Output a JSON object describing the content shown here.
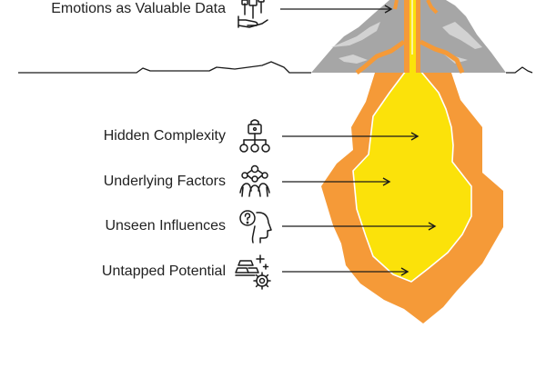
{
  "title": "",
  "colors": {
    "mountain_gray": "#A6A6A6",
    "mountain_light": "#D2D2D2",
    "lava_orange": "#F59A38",
    "core_yellow": "#FBE20A",
    "stroke": "#1A1A1A",
    "text": "#222222"
  },
  "items": [
    {
      "label": "Emotions as Valuable Data",
      "icon": "hand-holding-plant-icon",
      "zone": "above-surface"
    },
    {
      "label": "Hidden Complexity",
      "icon": "hierarchy-lock-icon",
      "zone": "below-surface"
    },
    {
      "label": "Underlying Factors",
      "icon": "network-people-icon",
      "zone": "below-surface"
    },
    {
      "label": "Unseen Influences",
      "icon": "head-question-icon",
      "zone": "below-surface"
    },
    {
      "label": "Untapped Potential",
      "icon": "gold-bars-gear-icon",
      "zone": "below-surface"
    }
  ]
}
